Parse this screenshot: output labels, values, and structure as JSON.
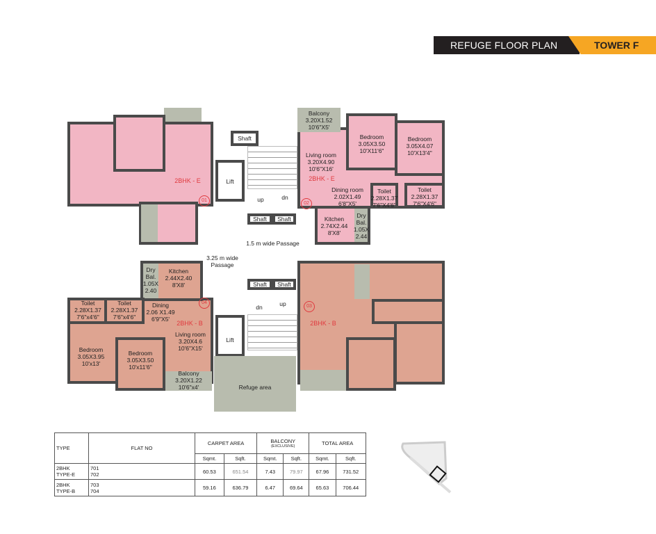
{
  "header": {
    "title": "REFUGE FLOOR PLAN",
    "tower": "TOWER F",
    "colors": {
      "bar": "#231f20",
      "accent": "#f6a623"
    }
  },
  "colors": {
    "type_e": "#f2b6c4",
    "type_b": "#dea491",
    "balcony": "#b8bcae",
    "wall": "#4a4a4a",
    "unit_label": "#e0393e"
  },
  "plan": {
    "core": {
      "shaft": "Shaft",
      "lift": "Lift",
      "up": "up",
      "dn": "dn",
      "passage_1": "1.5 m wide Passage",
      "passage_2": "3.25 m wide Passage",
      "refuge": "Refuge area"
    },
    "unit01": {
      "type": "2BHK - E",
      "number": "01"
    },
    "unit02": {
      "type": "2BHK - E",
      "number": "02",
      "balcony": [
        "Balcony",
        "3.20X1.52",
        "10'6\"X5'"
      ],
      "bedroom1": [
        "Bedroom",
        "3.05X3.50",
        "10'X11'6\""
      ],
      "bedroom2": [
        "Bedroom",
        "3.05X4.07",
        "10'X13'4\""
      ],
      "living": [
        "Living room",
        "3.20X4.90",
        "10'6\"X16'"
      ],
      "dining": [
        "Dining room",
        "2.02X1.49",
        "6'8\"X5'"
      ],
      "toilet1": [
        "Toilet",
        "2.28X1.37",
        "7'6\"X4'6\""
      ],
      "toilet2": [
        "Toilet",
        "2.28X1.37",
        "7'6\"X4'6\""
      ],
      "kitchen": [
        "Kitchen",
        "2.74X2.44",
        "8'X8'"
      ],
      "drybal": [
        "Dry",
        "Bal.",
        "1.05X",
        "2.44"
      ]
    },
    "unit04": {
      "type": "2BHK - B",
      "number": "04",
      "drybal": [
        "Dry",
        "Bal.",
        "1.05X",
        "2.40"
      ],
      "kitchen": [
        "Kitchen",
        "2.44X2.40",
        "8'X8'"
      ],
      "toilet1": [
        "Toilet",
        "2.28X1.37",
        "7'6\"x4'6\""
      ],
      "toilet2": [
        "Toilet",
        "2.28X1.37",
        "7'6\"x4'6\""
      ],
      "dining": [
        "Dining",
        "2.06 X1.49",
        "6'9\"X5'"
      ],
      "living": [
        "Living room",
        "3.20X4.6",
        "10'6\"X15'"
      ],
      "bedroom1": [
        "Bedroom",
        "3.05X3.95",
        "10'x13'"
      ],
      "bedroom2": [
        "Bedroom",
        "3.05X3.50",
        "10'x11'6\""
      ],
      "balcony": [
        "Balcony",
        "3.20X1.22",
        "10'6\"x4'"
      ]
    },
    "unit03": {
      "type": "2BHK - B",
      "number": "03"
    }
  },
  "table": {
    "headers": {
      "type": "TYPE",
      "flat_no": "FLAT NO",
      "carpet": "CARPET AREA",
      "balcony": "BALCONY",
      "balcony_sub": "(EXCLUSIVE)",
      "total": "TOTAL AREA",
      "sqmt": "Sqmt.",
      "sqft": "Sqft."
    },
    "rows": [
      {
        "type1": "2BHK",
        "type2": "TYPE-E",
        "flat1": "701",
        "flat2": "702",
        "carpet_sqmt": "60.53",
        "carpet_sqft": "651.54",
        "balcony_sqmt": "7.43",
        "balcony_sqft": "79.97",
        "total_sqmt": "67.96",
        "total_sqft": "731.52"
      },
      {
        "type1": "2BHK",
        "type2": "TYPE-B",
        "flat1": "703",
        "flat2": "704",
        "carpet_sqmt": "59.16",
        "carpet_sqft": "636.79",
        "balcony_sqmt": "6.47",
        "balcony_sqft": "69.64",
        "total_sqmt": "65.63",
        "total_sqft": "706.44"
      }
    ]
  },
  "key_plan": {
    "icon": "key-plan-icon"
  }
}
